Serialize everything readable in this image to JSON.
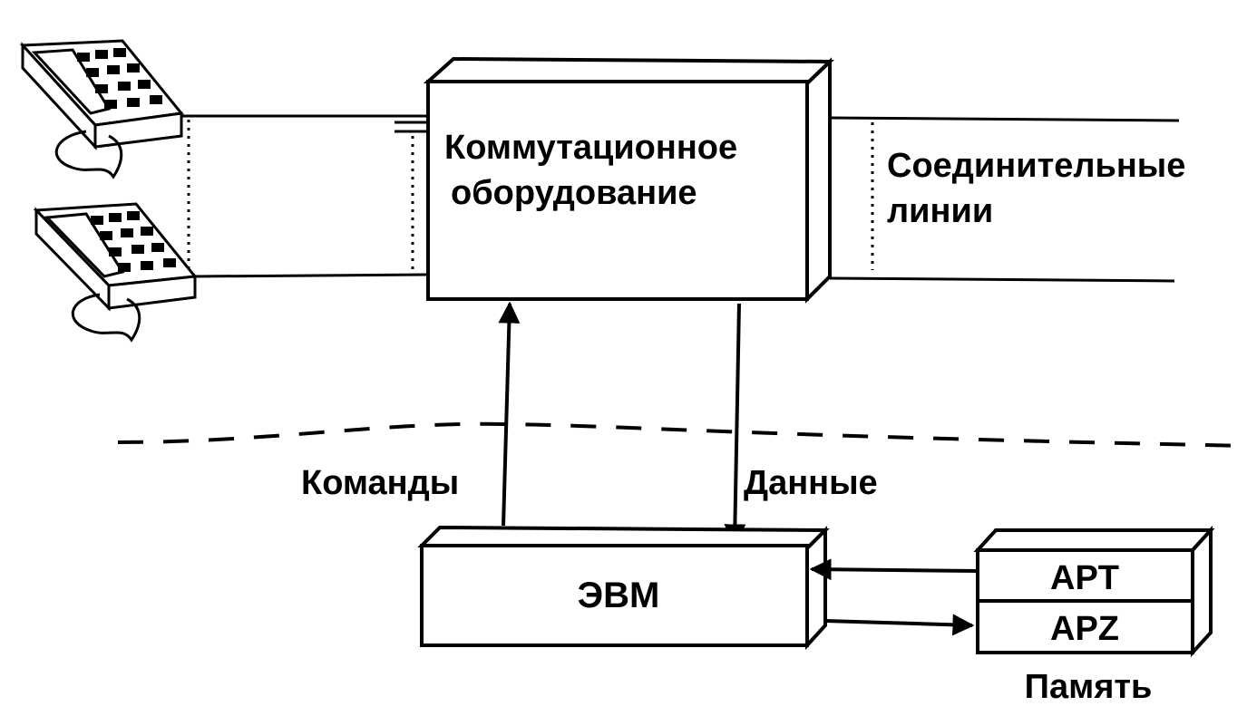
{
  "switching_equipment": {
    "line1": "Коммутационное",
    "line2": "оборудование"
  },
  "trunk_lines": {
    "line1": "Соединительные",
    "line2": "линии"
  },
  "commands_label": "Команды",
  "data_label": "Данные",
  "computer_label": "ЭВМ",
  "memory": {
    "slot1": "APT",
    "slot2": "APZ",
    "caption": "Память"
  },
  "colors": {
    "ink": "#000000",
    "background": "#ffffff"
  }
}
